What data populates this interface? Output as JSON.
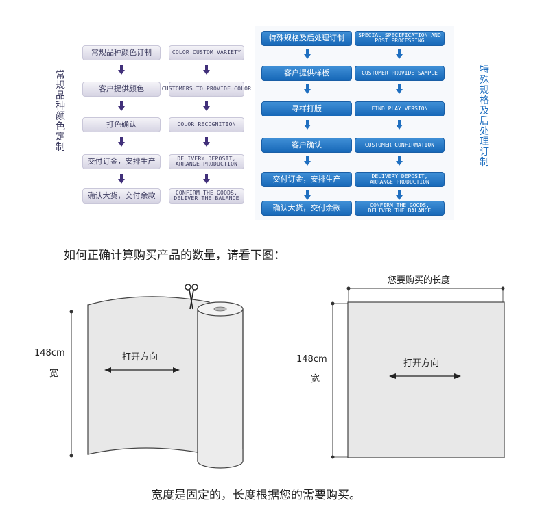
{
  "left_process": {
    "side_label": "常规品种颜色定制",
    "steps": [
      {
        "cn": "常规品种颜色订制",
        "en": "COLOR CUSTOM VARIETY"
      },
      {
        "cn": "客户提供颜色",
        "en": "CUSTOMERS TO PROVIDE COLOR"
      },
      {
        "cn": "打色确认",
        "en": "COLOR RECOGNITION"
      },
      {
        "cn": "交付订金，安排生产",
        "en": "DELIVERY DEPOSIT,\nARRANGE PRODUCTION"
      },
      {
        "cn": "确认大货，交付余款",
        "en": "CONFIRM THE GOODS,\nDELIVER THE BALANCE"
      }
    ]
  },
  "right_process": {
    "side_label": "特殊规格及后处理订制",
    "steps": [
      {
        "cn": "特殊规格及后处理订制",
        "en": "SPECIAL SPECIFICATION AND\nPOST PROCESSING"
      },
      {
        "cn": "客户提供样板",
        "en": "CUSTOMER PROVIDE SAMPLE"
      },
      {
        "cn": "寻样打版",
        "en": "FIND PLAY VERSION"
      },
      {
        "cn": "客户确认",
        "en": "CUSTOMER CONFIRMATION"
      },
      {
        "cn": "交付订金，安排生产",
        "en": "DELIVERY DEPOSIT,\nARRANGE PRODUCTION"
      },
      {
        "cn": "确认大货，交付余款",
        "en": "CONFIRM THE GOODS,\nDELIVER THE BALANCE"
      }
    ]
  },
  "heading": "如何正确计算购买产品的数量，请看下图：",
  "roll_diagram": {
    "width_value": "148cm",
    "width_label": "宽",
    "direction_label": "打开方向"
  },
  "sheet_diagram": {
    "length_label": "您要购买的长度",
    "width_value": "148cm",
    "width_label": "宽",
    "direction_label": "打开方向"
  },
  "footer": "宽度是固定的，长度根据您的需要购买。",
  "colors": {
    "left_text": "#3b3a5e",
    "blue": "#1768b8",
    "left_arrow": "#41307a",
    "right_label": "#1f6fc0"
  }
}
